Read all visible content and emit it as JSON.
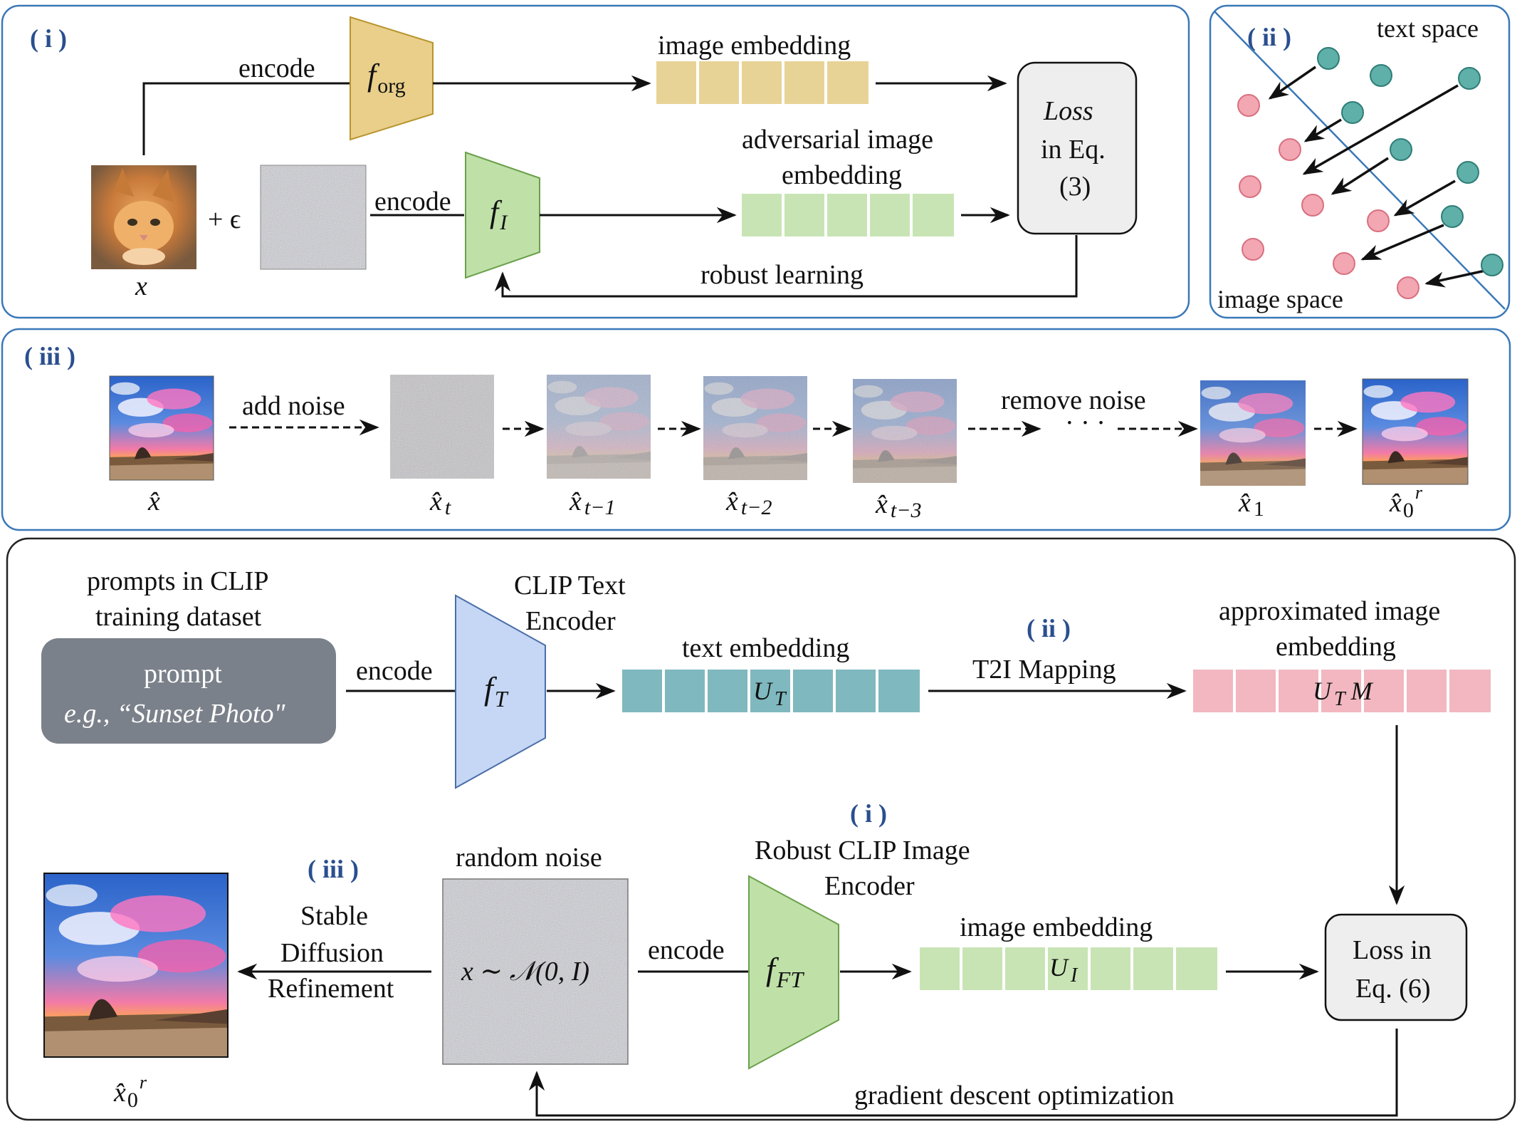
{
  "colors": {
    "panel_border_blue": "#3a78b8",
    "panel_border_dark": "#222222",
    "org_encoder": "#e9cf8a",
    "image_encoder": "#bfe1a8",
    "text_encoder": "#c5d7f5",
    "image_embedding": "#e8d397",
    "adv_embedding": "#c8e4b4",
    "text_embedding": "#7fb8be",
    "approx_embedding": "#f2b7c0",
    "prompt_box": "#7b818a",
    "loss_box": "#eeeeee",
    "text_point": "#5fb0a8",
    "image_point": "#f2a7b3",
    "tag_text": "#2a4f8f"
  },
  "panel_i": {
    "tag": "( i )",
    "encode_top": "encode",
    "f_org_base": "f",
    "f_org_sub": "org",
    "image_embedding_label": "image embedding",
    "plus_eps": "+ ϵ",
    "encode_bottom": "encode",
    "f_I_base": "f",
    "f_I_sub": "I",
    "adv_label_line1": "adversarial image",
    "adv_label_line2": "embedding",
    "loss_line1": "Loss",
    "loss_line2": "in Eq.",
    "loss_line3": "(3)",
    "robust_learning": "robust learning",
    "x_label": "x"
  },
  "panel_ii": {
    "tag": "( ii )",
    "text_space": "text space",
    "image_space": "image space"
  },
  "panel_iii": {
    "tag": "( iii )",
    "add_noise": "add noise",
    "remove_noise": "remove noise",
    "ellipsis": "· · ·",
    "xhat": "x̂",
    "sub_t": "t",
    "sub_t1": "t−1",
    "sub_t2": "t−2",
    "sub_t3": "t−3",
    "sub_1": "1",
    "sub_0": "0",
    "sup_r": "r"
  },
  "bottom": {
    "prompts_line1": "prompts in CLIP",
    "prompts_line2": "training dataset",
    "prompt_title": "prompt",
    "prompt_example": "e.g., “Sunset Photo\"",
    "encode_1": "encode",
    "clip_text_line1": "CLIP Text",
    "clip_text_line2": "Encoder",
    "f_T_base": "f",
    "f_T_sub": "T",
    "text_embedding_label": "text embedding",
    "U_T": "U",
    "U_T_sub": "T",
    "tag_ii": "( ii )",
    "t2i_mapping": "T2I Mapping",
    "approx_line1": "approximated image",
    "approx_line2": "embedding",
    "UTM_U": "U",
    "UTM_sub": "T",
    "UTM_M": "M",
    "tag_i": "( i )",
    "robust_line1": "Robust CLIP Image",
    "robust_line2": "Encoder",
    "tag_iii": "( iii )",
    "stable_line1": "Stable",
    "stable_line2": "Diffusion",
    "stable_line3": "Refinement",
    "random_noise": "random noise",
    "noise_formula": "x ∼ 𝒩(0, I)",
    "encode_2": "encode",
    "f_FT_base": "f",
    "f_FT_sub": "FT",
    "image_embedding_label": "image embedding",
    "U_I": "U",
    "U_I_sub": "I",
    "loss_line1": "Loss in",
    "loss_line2": "Eq. (6)",
    "gradient": "gradient descent optimization",
    "xhat": "x̂",
    "sub_0": "0",
    "sup_r": "r"
  }
}
